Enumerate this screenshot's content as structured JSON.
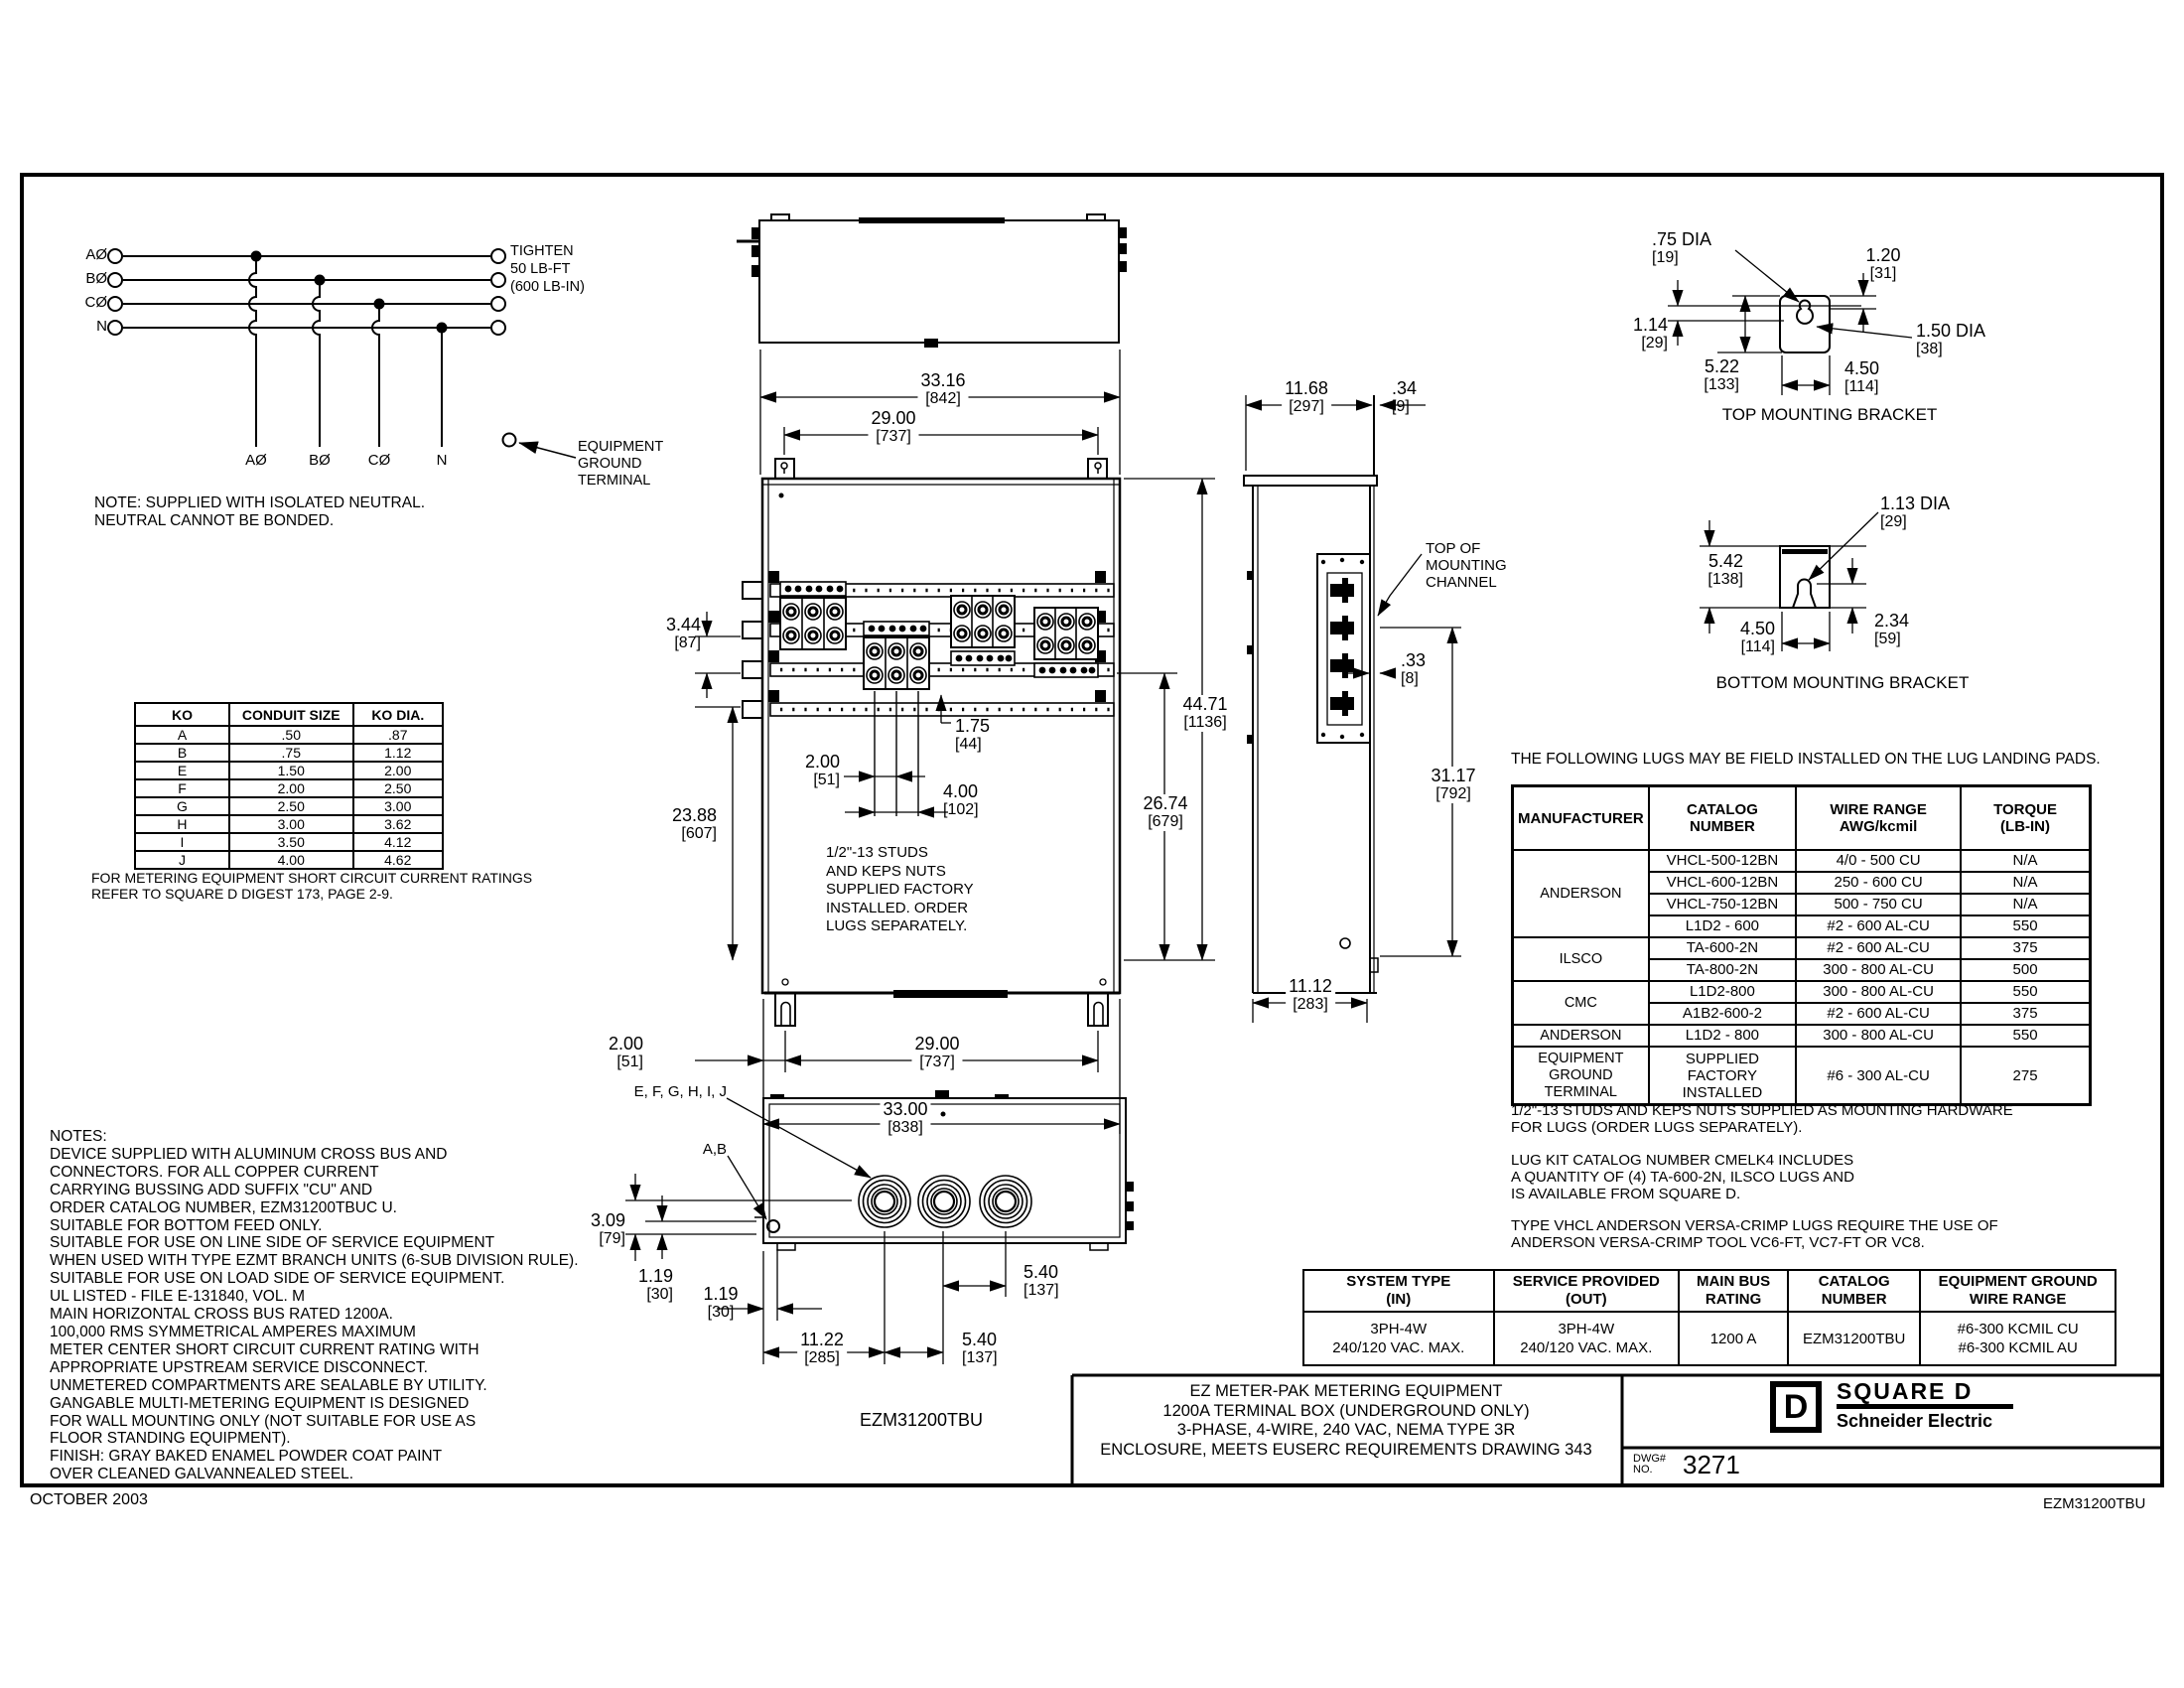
{
  "page": {
    "footer_left": "OCTOBER 2003",
    "footer_right": "EZM31200TBU"
  },
  "schematic": {
    "phases": [
      "AØ",
      "BØ",
      "CØ",
      "N"
    ],
    "drop_labels": [
      "AØ",
      "BØ",
      "CØ",
      "N"
    ],
    "tighten": [
      "TIGHTEN",
      "50 LB-FT",
      "(600 LB-IN)"
    ],
    "ground": [
      "EQUIPMENT",
      "GROUND",
      "TERMINAL"
    ],
    "neutral_note": [
      "NOTE: SUPPLIED WITH ISOLATED NEUTRAL.",
      "NEUTRAL CANNOT BE BONDED."
    ]
  },
  "ko_table": {
    "headers": [
      "KO",
      "CONDUIT SIZE",
      "KO DIA."
    ],
    "rows": [
      [
        "A",
        ".50",
        ".87"
      ],
      [
        "B",
        ".75",
        "1.12"
      ],
      [
        "E",
        "1.50",
        "2.00"
      ],
      [
        "F",
        "2.00",
        "2.50"
      ],
      [
        "G",
        "2.50",
        "3.00"
      ],
      [
        "H",
        "3.00",
        "3.62"
      ],
      [
        "I",
        "3.50",
        "4.12"
      ],
      [
        "J",
        "4.00",
        "4.62"
      ]
    ],
    "footnote": [
      "FOR METERING EQUIPMENT SHORT CIRCUIT CURRENT RATINGS",
      "REFER TO SQUARE D DIGEST 173, PAGE 2-9."
    ]
  },
  "front_view": {
    "dims": {
      "overall_w": {
        "in": "33.16",
        "mm": "[842]"
      },
      "mount_w_top": {
        "in": "29.00",
        "mm": "[737]"
      },
      "bus_gap": {
        "in": "3.44",
        "mm": "[87]"
      },
      "bus_h": {
        "in": "23.88",
        "mm": "[607]"
      },
      "overall_h": {
        "in": "44.71",
        "mm": "[1136]"
      },
      "lug_h": {
        "in": "26.74",
        "mm": "[679]"
      },
      "stud_offset": {
        "in": "1.75",
        "mm": "[44]"
      },
      "stud_sp_2": {
        "in": "2.00",
        "mm": "[51]"
      },
      "stud_sp_4": {
        "in": "4.00",
        "mm": "[102]"
      },
      "foot_offset": {
        "in": "2.00",
        "mm": "[51]"
      },
      "mount_w_bot": {
        "in": "29.00",
        "mm": "[737]"
      },
      "base_w": {
        "in": "33.00",
        "mm": "[838]"
      }
    },
    "stud_note": [
      "1/2\"-13 STUDS",
      "AND KEPS NUTS",
      "SUPPLIED FACTORY",
      "INSTALLED. ORDER",
      "LUGS SEPARATELY."
    ]
  },
  "side_view": {
    "dims": {
      "depth": {
        "in": "11.68",
        "mm": "[297]"
      },
      "channel_offset": {
        "in": ".34",
        "mm": "[9]"
      },
      "panel_offset": {
        "in": ".33",
        "mm": "[8]"
      },
      "channel_h": {
        "in": "31.17",
        "mm": "[792]"
      },
      "base_depth": {
        "in": "11.12",
        "mm": "[283]"
      }
    },
    "channel_label": [
      "TOP OF",
      "MOUNTING",
      "CHANNEL"
    ]
  },
  "bottom_view": {
    "ko_group_label": "E, F, G, H, I, J",
    "ko_ab_label": "A,B",
    "caption": "EZM31200TBU",
    "dims": {
      "ab_offset": {
        "in": "3.09",
        "mm": "[79]"
      },
      "v_offset": {
        "in": "1.19",
        "mm": "[30]"
      },
      "h_offset": {
        "in": "1.19",
        "mm": "[30]"
      },
      "ko1": {
        "in": "11.22",
        "mm": "[285]"
      },
      "ko2": {
        "in": "5.40",
        "mm": "[137]"
      },
      "ko3": {
        "in": "5.40",
        "mm": "[137]"
      }
    }
  },
  "top_bracket": {
    "caption": "TOP MOUNTING BRACKET",
    "dims": {
      "hole": {
        "in": ".75 DIA",
        "mm": "[19]"
      },
      "top_offset": {
        "in": "1.20",
        "mm": "[31]"
      },
      "side_offset": {
        "in": "1.14",
        "mm": "[29]"
      },
      "height": {
        "in": "5.22",
        "mm": "[133]"
      },
      "width": {
        "in": "4.50",
        "mm": "[114]"
      },
      "slot": {
        "in": "1.50 DIA",
        "mm": "[38]"
      }
    }
  },
  "bottom_bracket": {
    "caption": "BOTTOM MOUNTING BRACKET",
    "dims": {
      "hole": {
        "in": "1.13 DIA",
        "mm": "[29]"
      },
      "height": {
        "in": "5.42",
        "mm": "[138]"
      },
      "width": {
        "in": "4.50",
        "mm": "[114]"
      },
      "slot_h": {
        "in": "2.34",
        "mm": "[59]"
      }
    }
  },
  "lug_table": {
    "intro": "THE FOLLOWING LUGS MAY BE FIELD INSTALLED ON THE LUG LANDING PADS.",
    "headers": [
      "MANUFACTURER",
      "CATALOG\nNUMBER",
      "WIRE RANGE\nAWG/kcmil",
      "TORQUE\n(LB-IN)"
    ],
    "groups": [
      {
        "manufacturer": "ANDERSON",
        "rows": [
          [
            "VHCL-500-12BN",
            "4/0 - 500 CU",
            "N/A"
          ],
          [
            "VHCL-600-12BN",
            "250 - 600 CU",
            "N/A"
          ],
          [
            "VHCL-750-12BN",
            "500 - 750 CU",
            "N/A"
          ],
          [
            "L1D2 - 600",
            "#2 - 600 AL-CU",
            "550"
          ]
        ]
      },
      {
        "manufacturer": "ILSCO",
        "rows": [
          [
            "TA-600-2N",
            "#2 - 600 AL-CU",
            "375"
          ],
          [
            "TA-800-2N",
            "300 - 800 AL-CU",
            "500"
          ]
        ]
      },
      {
        "manufacturer": "CMC",
        "rows": [
          [
            "L1D2-800",
            "300 - 800 AL-CU",
            "550"
          ],
          [
            "A1B2-600-2",
            "#2 - 600 AL-CU",
            "375"
          ]
        ]
      },
      {
        "manufacturer": "ANDERSON",
        "rows": [
          [
            "L1D2 - 800",
            "300 - 800 AL-CU",
            "550"
          ]
        ]
      },
      {
        "manufacturer": "EQUIPMENT\nGROUND\nTERMINAL",
        "rows": [
          [
            "SUPPLIED\nFACTORY\nINSTALLED",
            "#6 - 300 AL-CU",
            "275"
          ]
        ]
      }
    ],
    "notes": [
      "1/2\"-13 STUDS AND KEPS NUTS SUPPLIED AS MOUNTING HARDWARE\nFOR LUGS (ORDER LUGS SEPARATELY).",
      "LUG KIT CATALOG NUMBER CMELK4 INCLUDES\nA QUANTITY OF (4) TA-600-2N, ILSCO LUGS AND\nIS AVAILABLE FROM SQUARE D.",
      "TYPE VHCL ANDERSON VERSA-CRIMP LUGS REQUIRE THE USE OF\nANDERSON VERSA-CRIMP TOOL VC6-FT, VC7-FT OR VC8."
    ]
  },
  "system_table": {
    "headers": [
      "SYSTEM TYPE\n(IN)",
      "SERVICE PROVIDED\n(OUT)",
      "MAIN BUS\nRATING",
      "CATALOG\nNUMBER",
      "EQUIPMENT GROUND\nWIRE RANGE"
    ],
    "values": [
      "3PH-4W\n240/120 VAC. MAX.",
      "3PH-4W\n240/120 VAC. MAX.",
      "1200 A",
      "EZM31200TBU",
      "#6-300 KCMIL CU\n#6-300 KCMIL AU"
    ]
  },
  "notes_block": {
    "lines": [
      "NOTES:",
      "DEVICE SUPPLIED WITH ALUMINUM CROSS BUS AND",
      "CONNECTORS. FOR ALL COPPER CURRENT",
      "CARRYING BUSSING ADD SUFFIX \"CU\" AND",
      "ORDER CATALOG NUMBER, EZM31200TBUC U.",
      "SUITABLE FOR BOTTOM FEED ONLY.",
      "SUITABLE FOR USE ON LINE SIDE OF SERVICE EQUIPMENT",
      " WHEN USED WITH TYPE EZMT BRANCH UNITS (6-SUB DIVISION RULE).",
      "SUITABLE FOR USE ON LOAD SIDE OF SERVICE EQUIPMENT.",
      "UL LISTED - FILE E-131840, VOL. M",
      "MAIN HORIZONTAL CROSS BUS RATED 1200A.",
      "100,000 RMS SYMMETRICAL AMPERES MAXIMUM",
      "METER CENTER SHORT CIRCUIT CURRENT RATING WITH",
      "APPROPRIATE UPSTREAM SERVICE DISCONNECT.",
      "UNMETERED COMPARTMENTS ARE SEALABLE BY UTILITY.",
      "GANGABLE MULTI-METERING EQUIPMENT IS DESIGNED",
      "FOR WALL MOUNTING ONLY (NOT SUITABLE FOR USE AS",
      "FLOOR STANDING EQUIPMENT).",
      "FINISH: GRAY BAKED ENAMEL POWDER COAT PAINT",
      "OVER CLEANED GALVANNEALED STEEL."
    ]
  },
  "title_block": {
    "description": [
      "EZ METER-PAK METERING EQUIPMENT",
      "1200A TERMINAL BOX (UNDERGROUND ONLY)",
      "3-PHASE, 4-WIRE, 240 VAC, NEMA TYPE 3R",
      "ENCLOSURE, MEETS EUSERC REQUIREMENTS DRAWING 343"
    ],
    "brand": "SQUARE D",
    "brand_sub": "Schneider Electric",
    "logo_letter": "D",
    "dwg_label": "DWG#\nNO.",
    "dwg_number": "3271"
  }
}
